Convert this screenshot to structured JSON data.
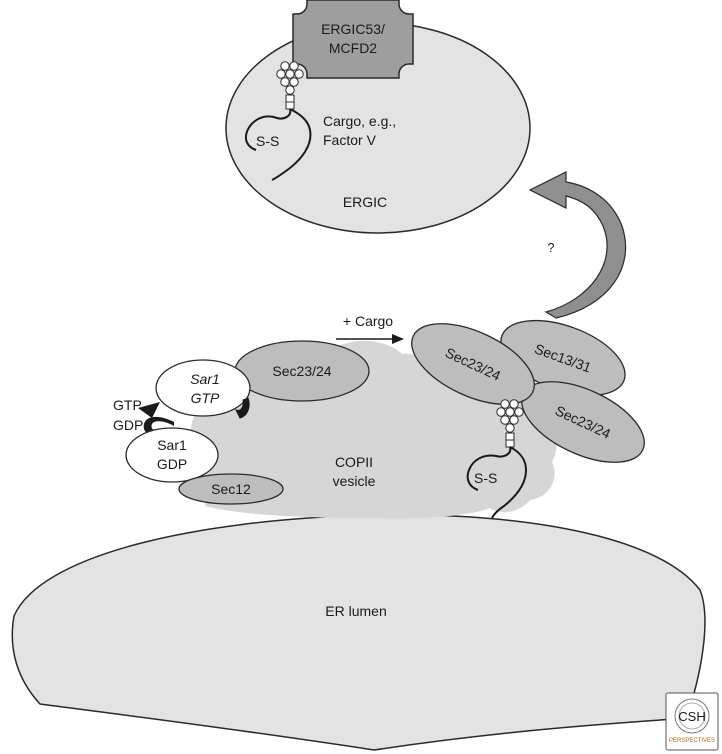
{
  "labels": {
    "ergic53_line1": "ERGIC53/",
    "ergic53_line2": "MCFD2",
    "cargo_line1": "Cargo, e.g.,",
    "cargo_line2": "Factor V",
    "ss_top": "S-S",
    "ergic": "ERGIC",
    "question": "?",
    "plus_cargo": "+ Cargo",
    "sec23_24_left": "Sec23/24",
    "sar1_gtp_line1": "Sar1",
    "sar1_gtp_line2": "GTP",
    "gtp": "GTP",
    "gdp": "GDP",
    "sar1_gdp_line1": "Sar1",
    "sar1_gdp_line2": "GDP",
    "sec12": "Sec12",
    "copii_line1": "COPII",
    "copii_line2": "vesicle",
    "sec23_24_right_top": "Sec23/24",
    "sec13_31": "Sec13/31",
    "sec23_24_right_bottom": "Sec23/24",
    "ss_bottom": "S-S",
    "er_lumen": "ER lumen",
    "logo_main": "CSH",
    "logo_sub": "PERSPECTIVES"
  },
  "colors": {
    "light_gray": "#e3e3e3",
    "cloud_gray": "#dcdcdc",
    "oval_gray": "#bdbdbd",
    "box_gray": "#9e9e9e",
    "arrow_gray": "#8f8f8f",
    "outline": "#2a2a2a",
    "logo_accent": "#b5651d"
  }
}
